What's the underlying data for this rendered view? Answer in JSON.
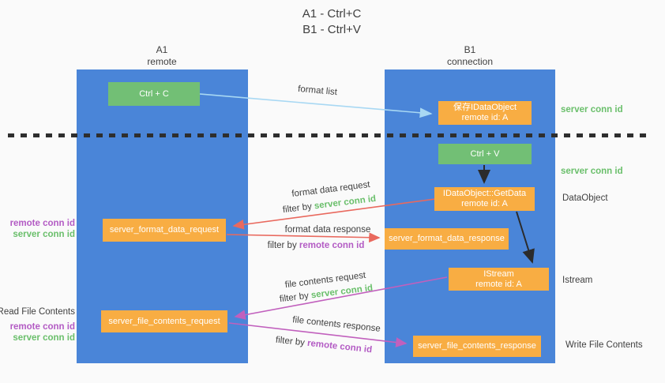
{
  "title": {
    "line1": "A1 - Ctrl+C",
    "line2": "B1 - Ctrl+V"
  },
  "lanes": {
    "left": {
      "name": "A1",
      "subtitle": "remote"
    },
    "right": {
      "name": "B1",
      "subtitle": "connection"
    }
  },
  "nodes": {
    "ctrl_c": {
      "label": "Ctrl + C"
    },
    "save_dataobject": {
      "line1": "保存IDataObject",
      "line2": "remote id: A"
    },
    "ctrl_v": {
      "label": "Ctrl + V"
    },
    "getdata": {
      "line1": "IDataObject::GetData",
      "line2": "remote id: A"
    },
    "format_request": {
      "label": "server_format_data_request"
    },
    "format_response": {
      "label": "server_format_data_response"
    },
    "istream": {
      "line1": "IStream",
      "line2": "remote id: A"
    },
    "file_request": {
      "label": "server_file_contents_request"
    },
    "file_response": {
      "label": "server_file_contents_response"
    }
  },
  "edge_labels": {
    "format_list": "format list",
    "format_data_request": "format data request",
    "format_data_response": "format data response",
    "file_contents_request": "file contents request",
    "file_contents_response": "file contents response",
    "filter_by": "filter by",
    "server_conn_id": "server conn id",
    "remote_conn_id": "remote conn id"
  },
  "side_labels": {
    "server_conn_id": "server conn id",
    "remote_conn_id": "remote conn id",
    "dataobject": "DataObject",
    "istream": "Istream",
    "read_file_contents": "Read File Contents",
    "write_file_contents": "Write File Contents"
  },
  "colors": {
    "lane_blue": "#4a85d8",
    "box_green": "#72bf75",
    "box_orange": "#f8ad43",
    "arrow_light_blue": "#a8d8f3",
    "arrow_red": "#e9695e",
    "arrow_magenta": "#c160bd",
    "arrow_black": "#2b2b2b",
    "text_green": "#6abf6b",
    "text_purple": "#b35bc4",
    "text_dark": "#3f3f3f"
  }
}
